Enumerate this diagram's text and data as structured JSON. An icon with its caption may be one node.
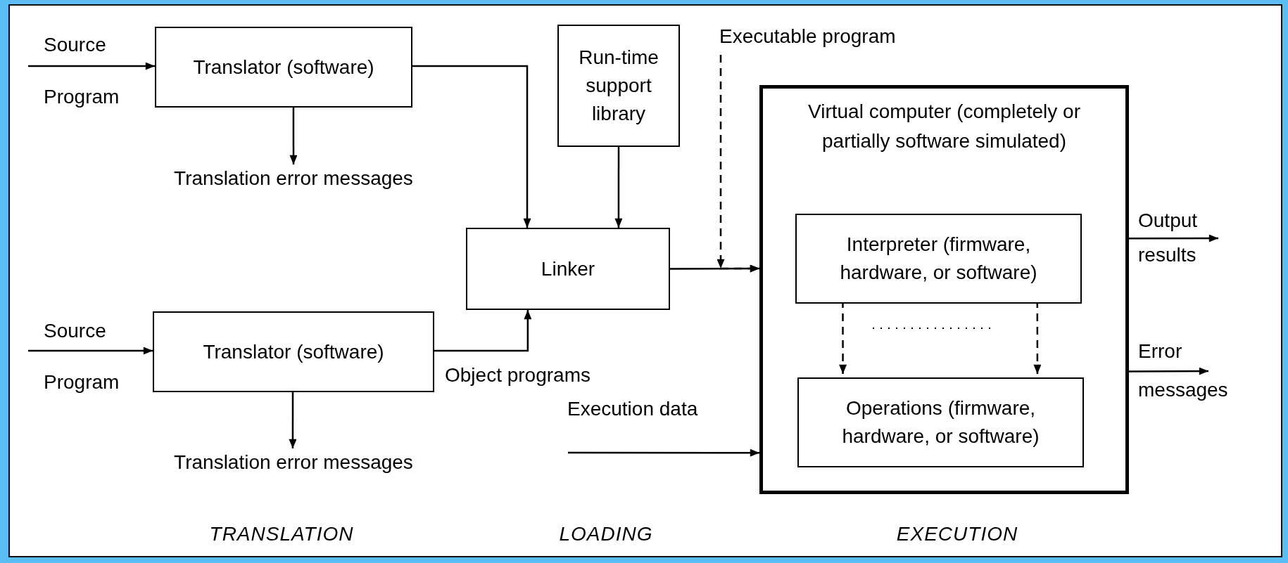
{
  "diagram": {
    "nodes": [
      {
        "text": [
          "Translator (software)"
        ]
      },
      {
        "text": [
          "Translation error messages"
        ]
      },
      {
        "text": [
          "Run-time support library"
        ]
      },
      {
        "text": [
          "Linker"
        ]
      },
      {
        "text": [
          "Virtual computer (completely or partially software simulated)"
        ]
      },
      {
        "text": [
          "Interpreter (firmware, hardware, or software)"
        ],
        "in": 4
      },
      {
        "text": [
          "Operations (firmware, hardware, or software)"
        ],
        "in": 4
      },
      {
        "text": [
          "Translator (software)"
        ]
      },
      {
        "text": [
          "Translation error messages"
        ]
      }
    ],
    "edges": [
      {
        "from": null,
        "to": 0,
        "arrow": "to",
        "label": "Source Program"
      },
      {
        "from": 0,
        "to": 1,
        "arrow": "to"
      },
      {
        "from": 0,
        "to": 3,
        "arrow": "to"
      },
      {
        "from": 2,
        "to": 3,
        "arrow": "to"
      },
      {
        "from": 3,
        "to": 4,
        "arrow": "to"
      },
      {
        "from": null,
        "to": 4,
        "arrow": "to",
        "label": "Executable program",
        "style": "dashed"
      },
      {
        "from": 5,
        "to": 6,
        "arrow": "to",
        "style": "dashed"
      },
      {
        "from": 5,
        "to": 6,
        "arrow": "to",
        "style": "dashed"
      },
      {
        "from": 4,
        "to": null,
        "arrow": "to",
        "label": "Output results"
      },
      {
        "from": 4,
        "to": null,
        "arrow": "to",
        "label": "Error messages"
      },
      {
        "from": null,
        "to": 4,
        "arrow": "to",
        "label": "Execution data"
      },
      {
        "from": null,
        "to": 7,
        "arrow": "to",
        "label": "Source Program"
      },
      {
        "from": 7,
        "to": 8,
        "arrow": "to"
      },
      {
        "from": 7,
        "to": 3,
        "arrow": "to",
        "label": "Object programs"
      }
    ],
    "labels": [
      "TRANSLATION",
      "LOADING",
      "EXECUTION"
    ]
  }
}
